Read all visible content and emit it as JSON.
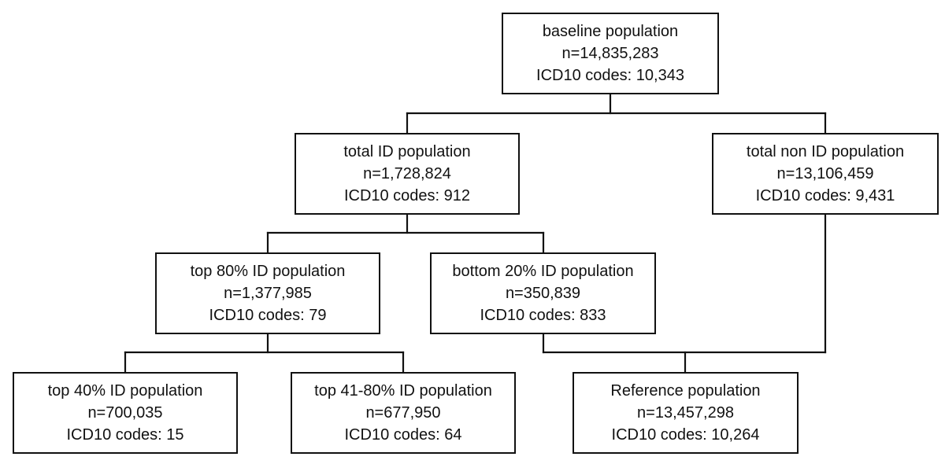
{
  "nodes": {
    "baseline": {
      "title": "baseline population",
      "n": "n=14,835,283",
      "codes": "ICD10 codes: 10,343"
    },
    "total_id": {
      "title": "total ID population",
      "n": "n=1,728,824",
      "codes": "ICD10 codes: 912"
    },
    "total_non_id": {
      "title": "total non ID population",
      "n": "n=13,106,459",
      "codes": "ICD10 codes: 9,431"
    },
    "top80": {
      "title": "top 80% ID population",
      "n": "n=1,377,985",
      "codes": "ICD10 codes: 79"
    },
    "bottom20": {
      "title": "bottom 20% ID population",
      "n": "n=350,839",
      "codes": "ICD10 codes: 833"
    },
    "top40": {
      "title": "top 40% ID population",
      "n": "n=700,035",
      "codes": "ICD10 codes: 15"
    },
    "top41_80": {
      "title": "top 41-80% ID population",
      "n": "n=677,950",
      "codes": "ICD10 codes: 64"
    },
    "reference": {
      "title": "Reference population",
      "n": "n=13,457,298",
      "codes": "ICD10 codes: 10,264"
    }
  },
  "edges": [
    [
      "baseline",
      "total_id"
    ],
    [
      "baseline",
      "total_non_id"
    ],
    [
      "total_id",
      "top80"
    ],
    [
      "total_id",
      "bottom20"
    ],
    [
      "top80",
      "top40"
    ],
    [
      "top80",
      "top41_80"
    ],
    [
      "bottom20",
      "reference"
    ],
    [
      "total_non_id",
      "reference"
    ]
  ],
  "colors": {
    "line": "#111111",
    "box_border": "#111111",
    "background": "#ffffff"
  }
}
